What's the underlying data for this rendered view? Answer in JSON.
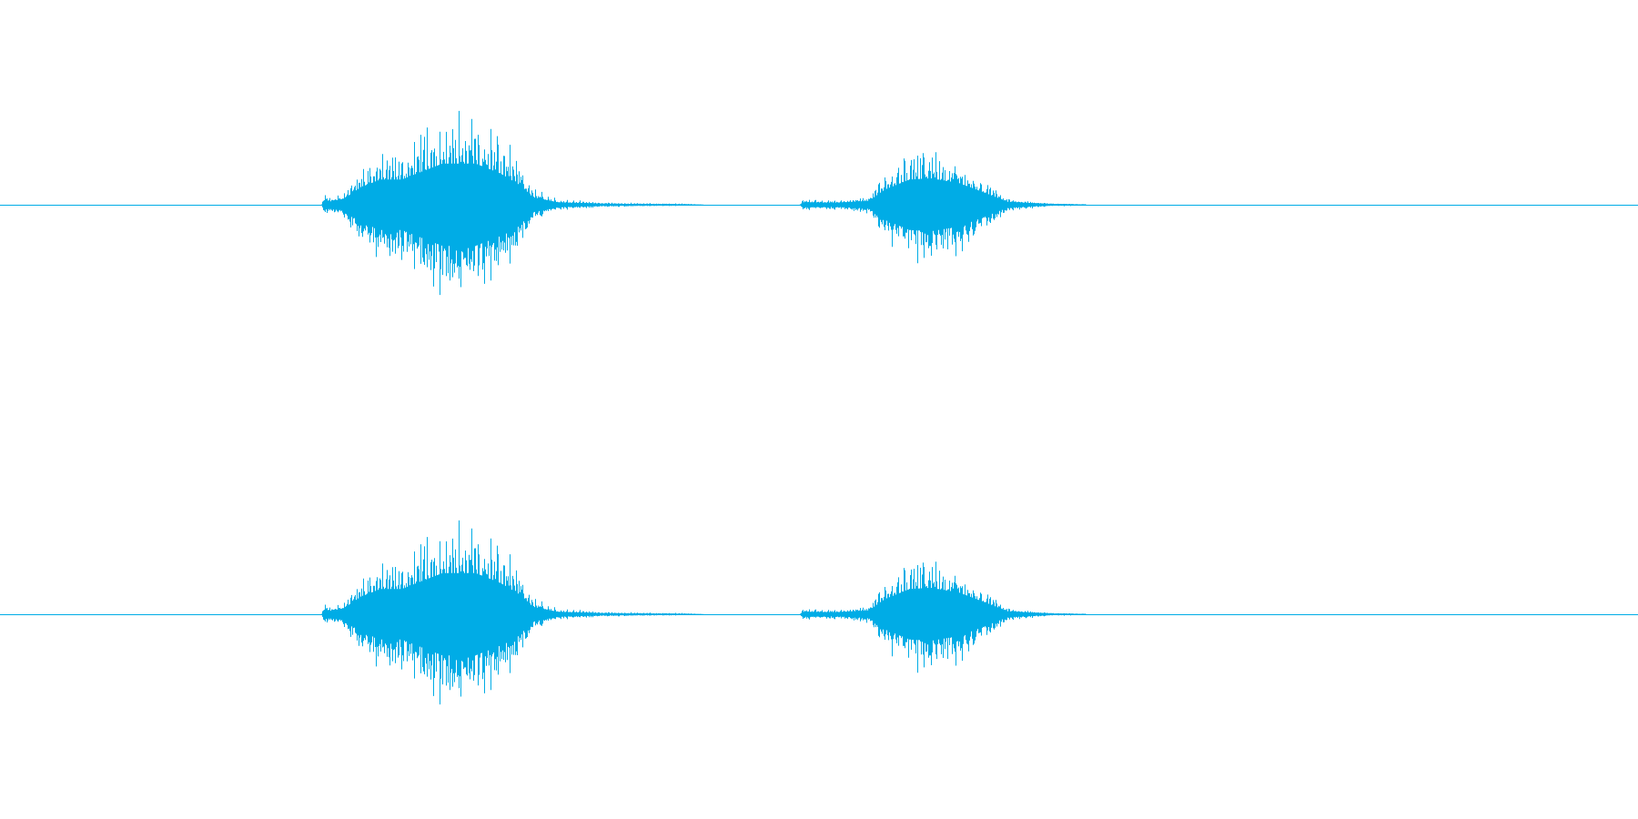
{
  "chart_data": {
    "type": "line",
    "title": "",
    "xlabel": "",
    "ylabel": "",
    "xlim": [
      0,
      1
    ],
    "ylim": [
      -1,
      1
    ],
    "grid": false,
    "legend": "none",
    "color": "#00ace6",
    "channels": [
      {
        "envelope": [
          [
            0.0,
            0.0
          ],
          [
            0.196,
            0.0
          ],
          [
            0.198,
            0.12
          ],
          [
            0.202,
            0.08
          ],
          [
            0.21,
            0.15
          ],
          [
            0.22,
            0.42
          ],
          [
            0.232,
            0.6
          ],
          [
            0.245,
            0.6
          ],
          [
            0.258,
            0.8
          ],
          [
            0.27,
            0.98
          ],
          [
            0.29,
            0.98
          ],
          [
            0.305,
            0.75
          ],
          [
            0.318,
            0.45
          ],
          [
            0.325,
            0.18
          ],
          [
            0.34,
            0.06
          ],
          [
            0.37,
            0.025
          ],
          [
            0.42,
            0.012
          ],
          [
            0.43,
            0.0
          ],
          [
            0.488,
            0.0
          ],
          [
            0.49,
            0.06
          ],
          [
            0.51,
            0.05
          ],
          [
            0.53,
            0.09
          ],
          [
            0.54,
            0.36
          ],
          [
            0.555,
            0.6
          ],
          [
            0.568,
            0.63
          ],
          [
            0.585,
            0.52
          ],
          [
            0.6,
            0.3
          ],
          [
            0.615,
            0.07
          ],
          [
            0.64,
            0.02
          ],
          [
            0.662,
            0.008
          ],
          [
            0.663,
            0.0
          ],
          [
            1.0,
            0.0
          ]
        ]
      },
      {
        "envelope": [
          [
            0.0,
            0.0
          ],
          [
            0.196,
            0.0
          ],
          [
            0.198,
            0.12
          ],
          [
            0.202,
            0.08
          ],
          [
            0.21,
            0.15
          ],
          [
            0.22,
            0.42
          ],
          [
            0.232,
            0.6
          ],
          [
            0.245,
            0.6
          ],
          [
            0.258,
            0.8
          ],
          [
            0.27,
            0.98
          ],
          [
            0.29,
            0.98
          ],
          [
            0.305,
            0.75
          ],
          [
            0.318,
            0.45
          ],
          [
            0.325,
            0.18
          ],
          [
            0.34,
            0.06
          ],
          [
            0.37,
            0.025
          ],
          [
            0.42,
            0.012
          ],
          [
            0.43,
            0.0
          ],
          [
            0.488,
            0.0
          ],
          [
            0.49,
            0.06
          ],
          [
            0.51,
            0.05
          ],
          [
            0.53,
            0.09
          ],
          [
            0.54,
            0.36
          ],
          [
            0.555,
            0.6
          ],
          [
            0.568,
            0.63
          ],
          [
            0.585,
            0.52
          ],
          [
            0.6,
            0.3
          ],
          [
            0.615,
            0.07
          ],
          [
            0.64,
            0.02
          ],
          [
            0.662,
            0.008
          ],
          [
            0.663,
            0.0
          ],
          [
            1.0,
            0.0
          ]
        ]
      }
    ]
  }
}
